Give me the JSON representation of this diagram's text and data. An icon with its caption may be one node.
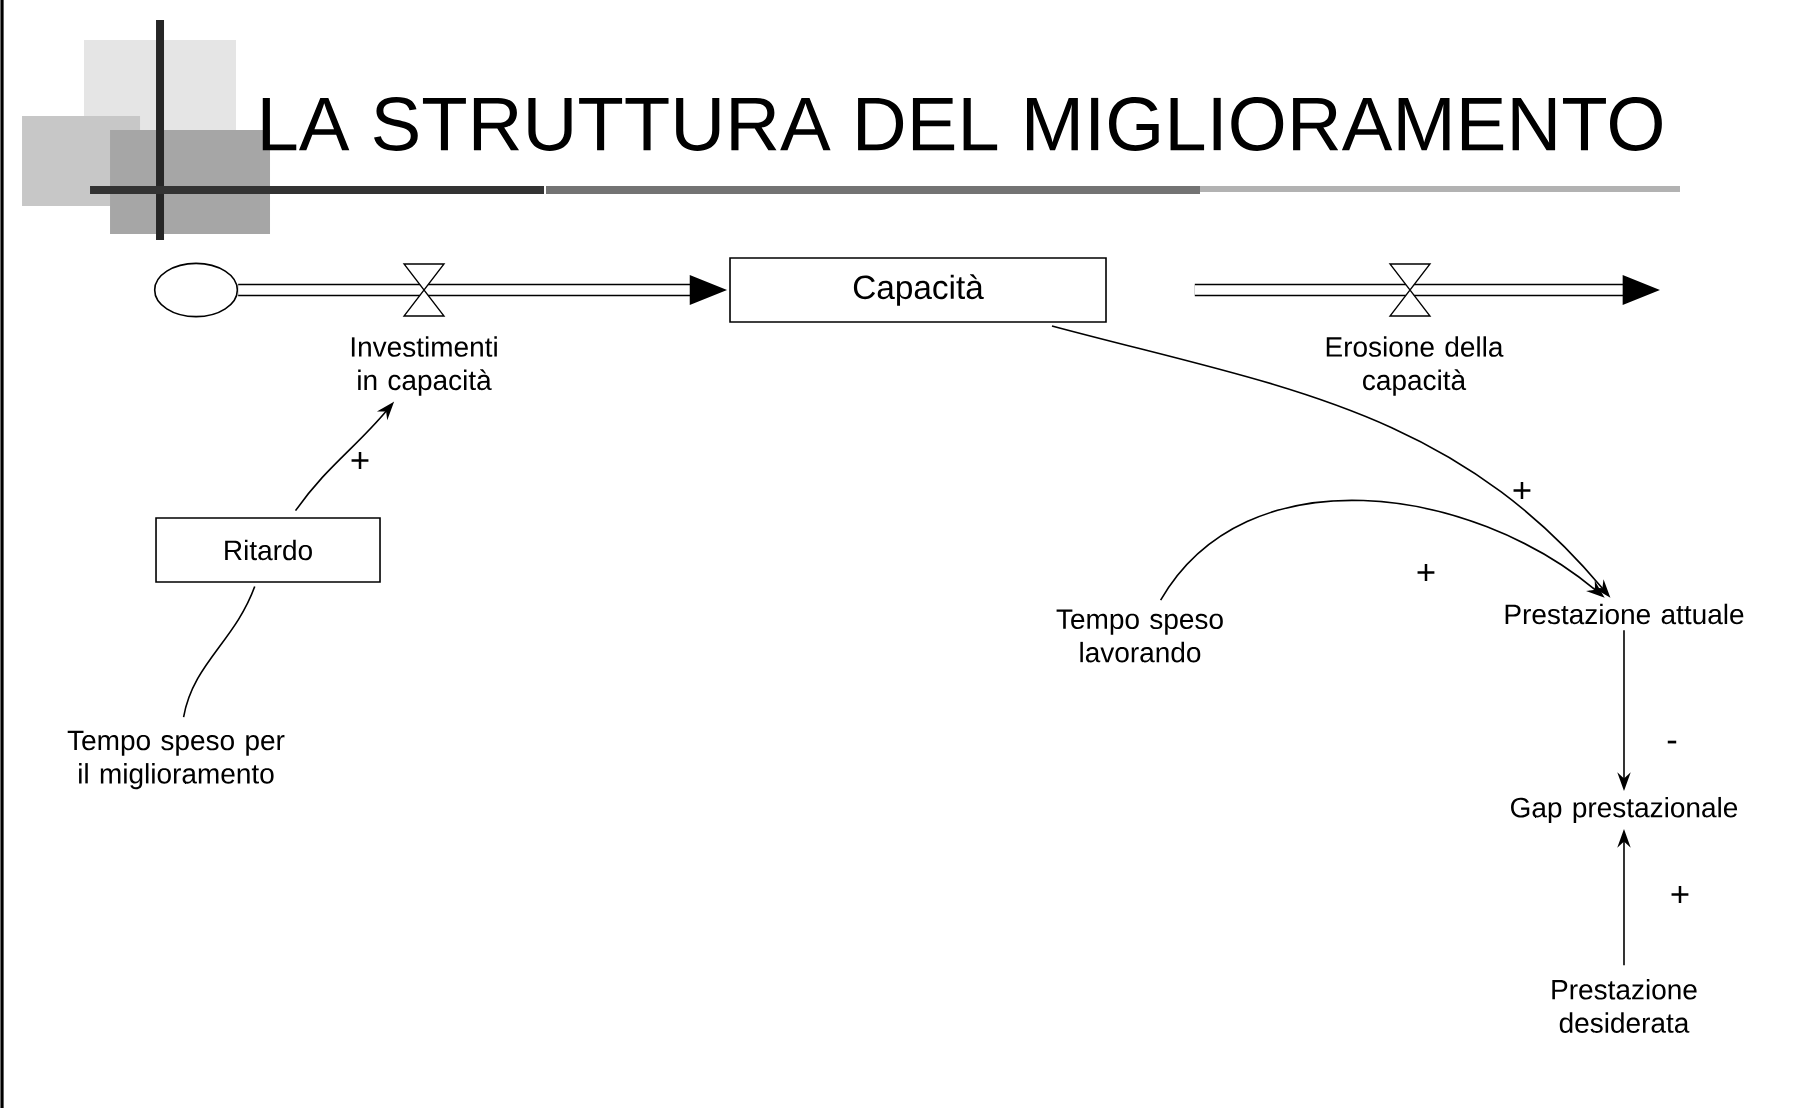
{
  "diagram": {
    "title": "LA STRUTTURA DEL MIGLIORAMENTO",
    "nodes": [
      {
        "text": [],
        "shape": "circle"
      },
      {
        "text": [
          "Investimenti in capacità"
        ]
      },
      {
        "text": [
          "Capacità"
        ]
      },
      {
        "text": [
          "Erosione della capacità"
        ]
      },
      {
        "text": [
          "Ritardo"
        ]
      },
      {
        "text": [
          "Tempo speso per il miglioramento"
        ]
      },
      {
        "text": [
          "Tempo speso lavorando"
        ]
      },
      {
        "text": [
          "Prestazione attuale"
        ]
      },
      {
        "text": [
          "Gap prestazionale"
        ]
      },
      {
        "text": [
          "Prestazione desiderata"
        ]
      }
    ],
    "edges": [
      {
        "from": 0,
        "to": 2,
        "arrow": "to",
        "style": "thick"
      },
      {
        "from": 2,
        "to": null,
        "arrow": "to",
        "style": "thick"
      },
      {
        "from": 5,
        "to": 4,
        "arrow": "none"
      },
      {
        "from": 4,
        "to": 1,
        "arrow": "to",
        "label": "+"
      },
      {
        "from": 2,
        "to": 7,
        "arrow": "to",
        "label": "+"
      },
      {
        "from": 6,
        "to": 7,
        "arrow": "to",
        "label": "+"
      },
      {
        "from": 7,
        "to": 8,
        "arrow": "to",
        "label": "-"
      },
      {
        "from": 9,
        "to": 8,
        "arrow": "to",
        "label": "+"
      }
    ]
  }
}
